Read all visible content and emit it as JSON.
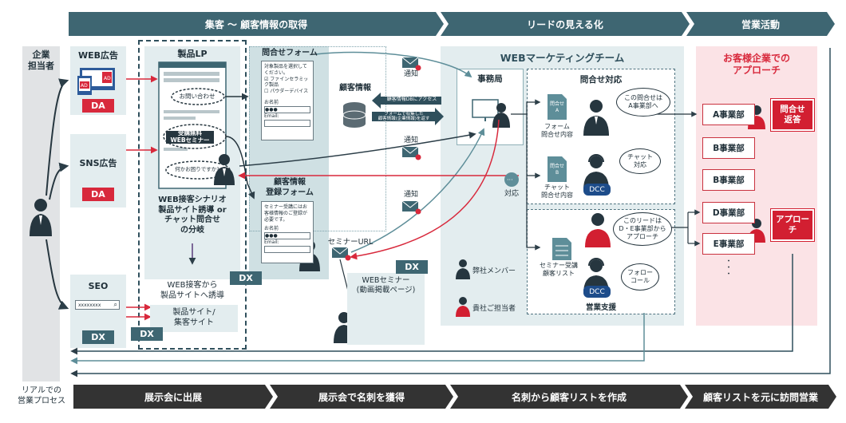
{
  "header": {
    "phases": [
      "集客 〜 顧客情報の取得",
      "リードの見える化",
      "営業活動"
    ]
  },
  "footer": {
    "label": "リアルでの\n営業プロセス",
    "steps": [
      "展示会に出展",
      "展示会で名刺を獲得",
      "名刺から顧客リストを作成",
      "顧客リストを元に訪問営業"
    ]
  },
  "left": {
    "persona": "企業\n担当者",
    "channels": [
      {
        "title": "WEB広告",
        "tag": "DA"
      },
      {
        "title": "SNS広告",
        "tag": "DA"
      },
      {
        "title": "SEO",
        "tag": "DX",
        "search_text": "xxxxxxxx"
      }
    ]
  },
  "lp": {
    "title": "製品LP",
    "inquiry_pill": "お問い合わせ",
    "seminar_pill": "受講無料\nWEBセミナー",
    "chat_label": "何かお困りですか?",
    "scenario": "WEB接客シナリオ\n製品サイト誘導 or\nチャット問合せ\nの分岐",
    "guide": "WEB接客から\n製品サイトへ誘導",
    "product_site": "製品サイト/\n集客サイト",
    "dx_tag": "DX"
  },
  "forms": {
    "inquiry_title": "問合せフォーム",
    "inquiry_body": "対象製品を選択してください。",
    "inquiry_opt1": "ファインセラミック製品",
    "inquiry_opt2": "パウダーデバイス",
    "name_label": "お名前",
    "email_label": "Email:",
    "dots": "●●●",
    "register_title": "顧客情報\n登録フォーム",
    "register_body": "セミナー受講にはお客様情報のご登録が必要です。",
    "dx_tag": "DX"
  },
  "db": {
    "title": "顧客情報",
    "access": "顧客情報DBにアクセス",
    "collected": "フォームで収集した\n顧客情報(企業情報)を返す"
  },
  "notices": [
    "通知",
    "通知",
    "通知"
  ],
  "seminar": {
    "url_label": "セミナーURL",
    "page_title": "WEBセミナー\n(動画掲載ページ)",
    "dx_tag": "DX"
  },
  "web_team": {
    "title": "WEBマーケティングチーム",
    "office": "事務局",
    "inquiry_title": "問合せ対応",
    "doc_a": "問合せ\nA",
    "form_label": "フォーム\n問合せ内容",
    "bubble_a": "この問合せは\nA事業部へ",
    "doc_b": "問合せ\nB",
    "chat_label": "チャット\n問合せ内容",
    "bubble_chat": "チャット\n対応",
    "dcc": "DCC",
    "reply": "対応",
    "seminar_list": "セミナー受講\n顧客リスト",
    "bubble_de": "このリードは\nD・E事業部から\nアプローチ",
    "bubble_follow": "フォロー\nコール",
    "sales_support": "営業支援",
    "legend_us": "弊社メンバー",
    "legend_client": "貴社ご担当者"
  },
  "client": {
    "title": "お客様企業での\nアプローチ",
    "depts": [
      "A事業部",
      "B事業部",
      "B事業部",
      "D事業部",
      "E事業部"
    ],
    "ellipsis": "・\n・\n・",
    "reply_btn": "問合せ\n返答",
    "approach_btn": "アプローチ"
  },
  "colors": {
    "header": "#3e6672",
    "footer": "#333333",
    "panel": "#e3edef",
    "accent_red": "#d8293c",
    "client_panel": "#fbe3e6"
  }
}
